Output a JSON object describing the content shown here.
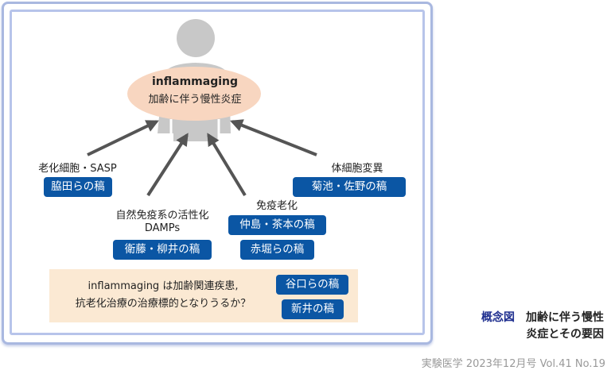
{
  "center": {
    "title": "inflammaging",
    "subtitle": "加齢に伴う慢性炎症"
  },
  "factors": [
    {
      "label": "老化細胞・SASP",
      "refs": [
        "脇田らの稿"
      ]
    },
    {
      "label_lines": [
        "自然免疫系の活性化",
        "DAMPs"
      ],
      "refs": [
        "衛藤・柳井の稿"
      ]
    },
    {
      "label": "免疫老化",
      "refs": [
        "仲島・茶本の稿",
        "赤堀らの稿"
      ]
    },
    {
      "label": "体細胞変異",
      "refs": [
        "菊池・佐野の稿"
      ]
    }
  ],
  "note": {
    "lines": [
      "inflammaging は加齢関連疾患,",
      "抗老化治療の治療標的となりうるか？"
    ],
    "refs": [
      "谷口らの稿",
      "新井の稿"
    ]
  },
  "caption": {
    "prefix": "概念図",
    "line1": "加齢に伴う慢性",
    "line2": "炎症とその要因"
  },
  "footer": "実験医学 2023年12月号 Vol.41 No.19",
  "colors": {
    "tag": "#0b56a4",
    "ellipse": "#f8d6c0",
    "note_bg": "#fbe9d3",
    "caption_prefix": "#1f2f8f"
  }
}
